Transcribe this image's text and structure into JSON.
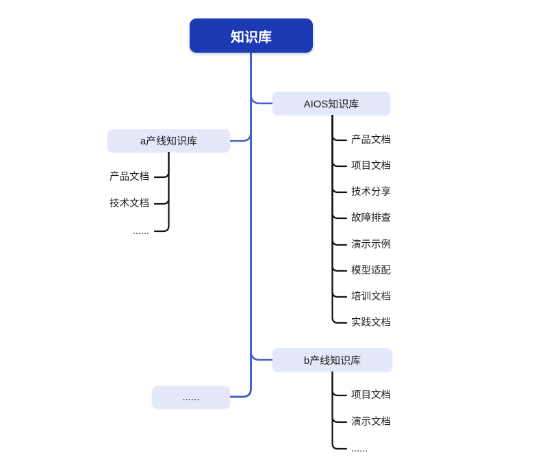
{
  "diagram": {
    "type": "mindmap",
    "root": {
      "label": "知识库"
    },
    "branches": [
      {
        "label": "AIOS知识库",
        "side": "right",
        "children": [
          "产品文档",
          "项目文档",
          "技术分享",
          "故障排查",
          "演示示例",
          "模型适配",
          "培训文档",
          "实践文档"
        ]
      },
      {
        "label": "a产线知识库",
        "side": "left",
        "children": [
          "产品文档",
          "技术文档",
          "......"
        ]
      },
      {
        "label": "b产线知识库",
        "side": "right",
        "children": [
          "项目文档",
          "演示文档",
          "......"
        ]
      },
      {
        "label": "......",
        "side": "left",
        "children": []
      }
    ],
    "colors": {
      "canvas_bg": "#ffffff",
      "root_bg": "#1c3ab4",
      "root_text": "#ffffff",
      "node_bg": "#e4e8fa",
      "node_text": "#1a1a1a",
      "branch_line": "#4263c8",
      "child_line": "#141414"
    }
  }
}
